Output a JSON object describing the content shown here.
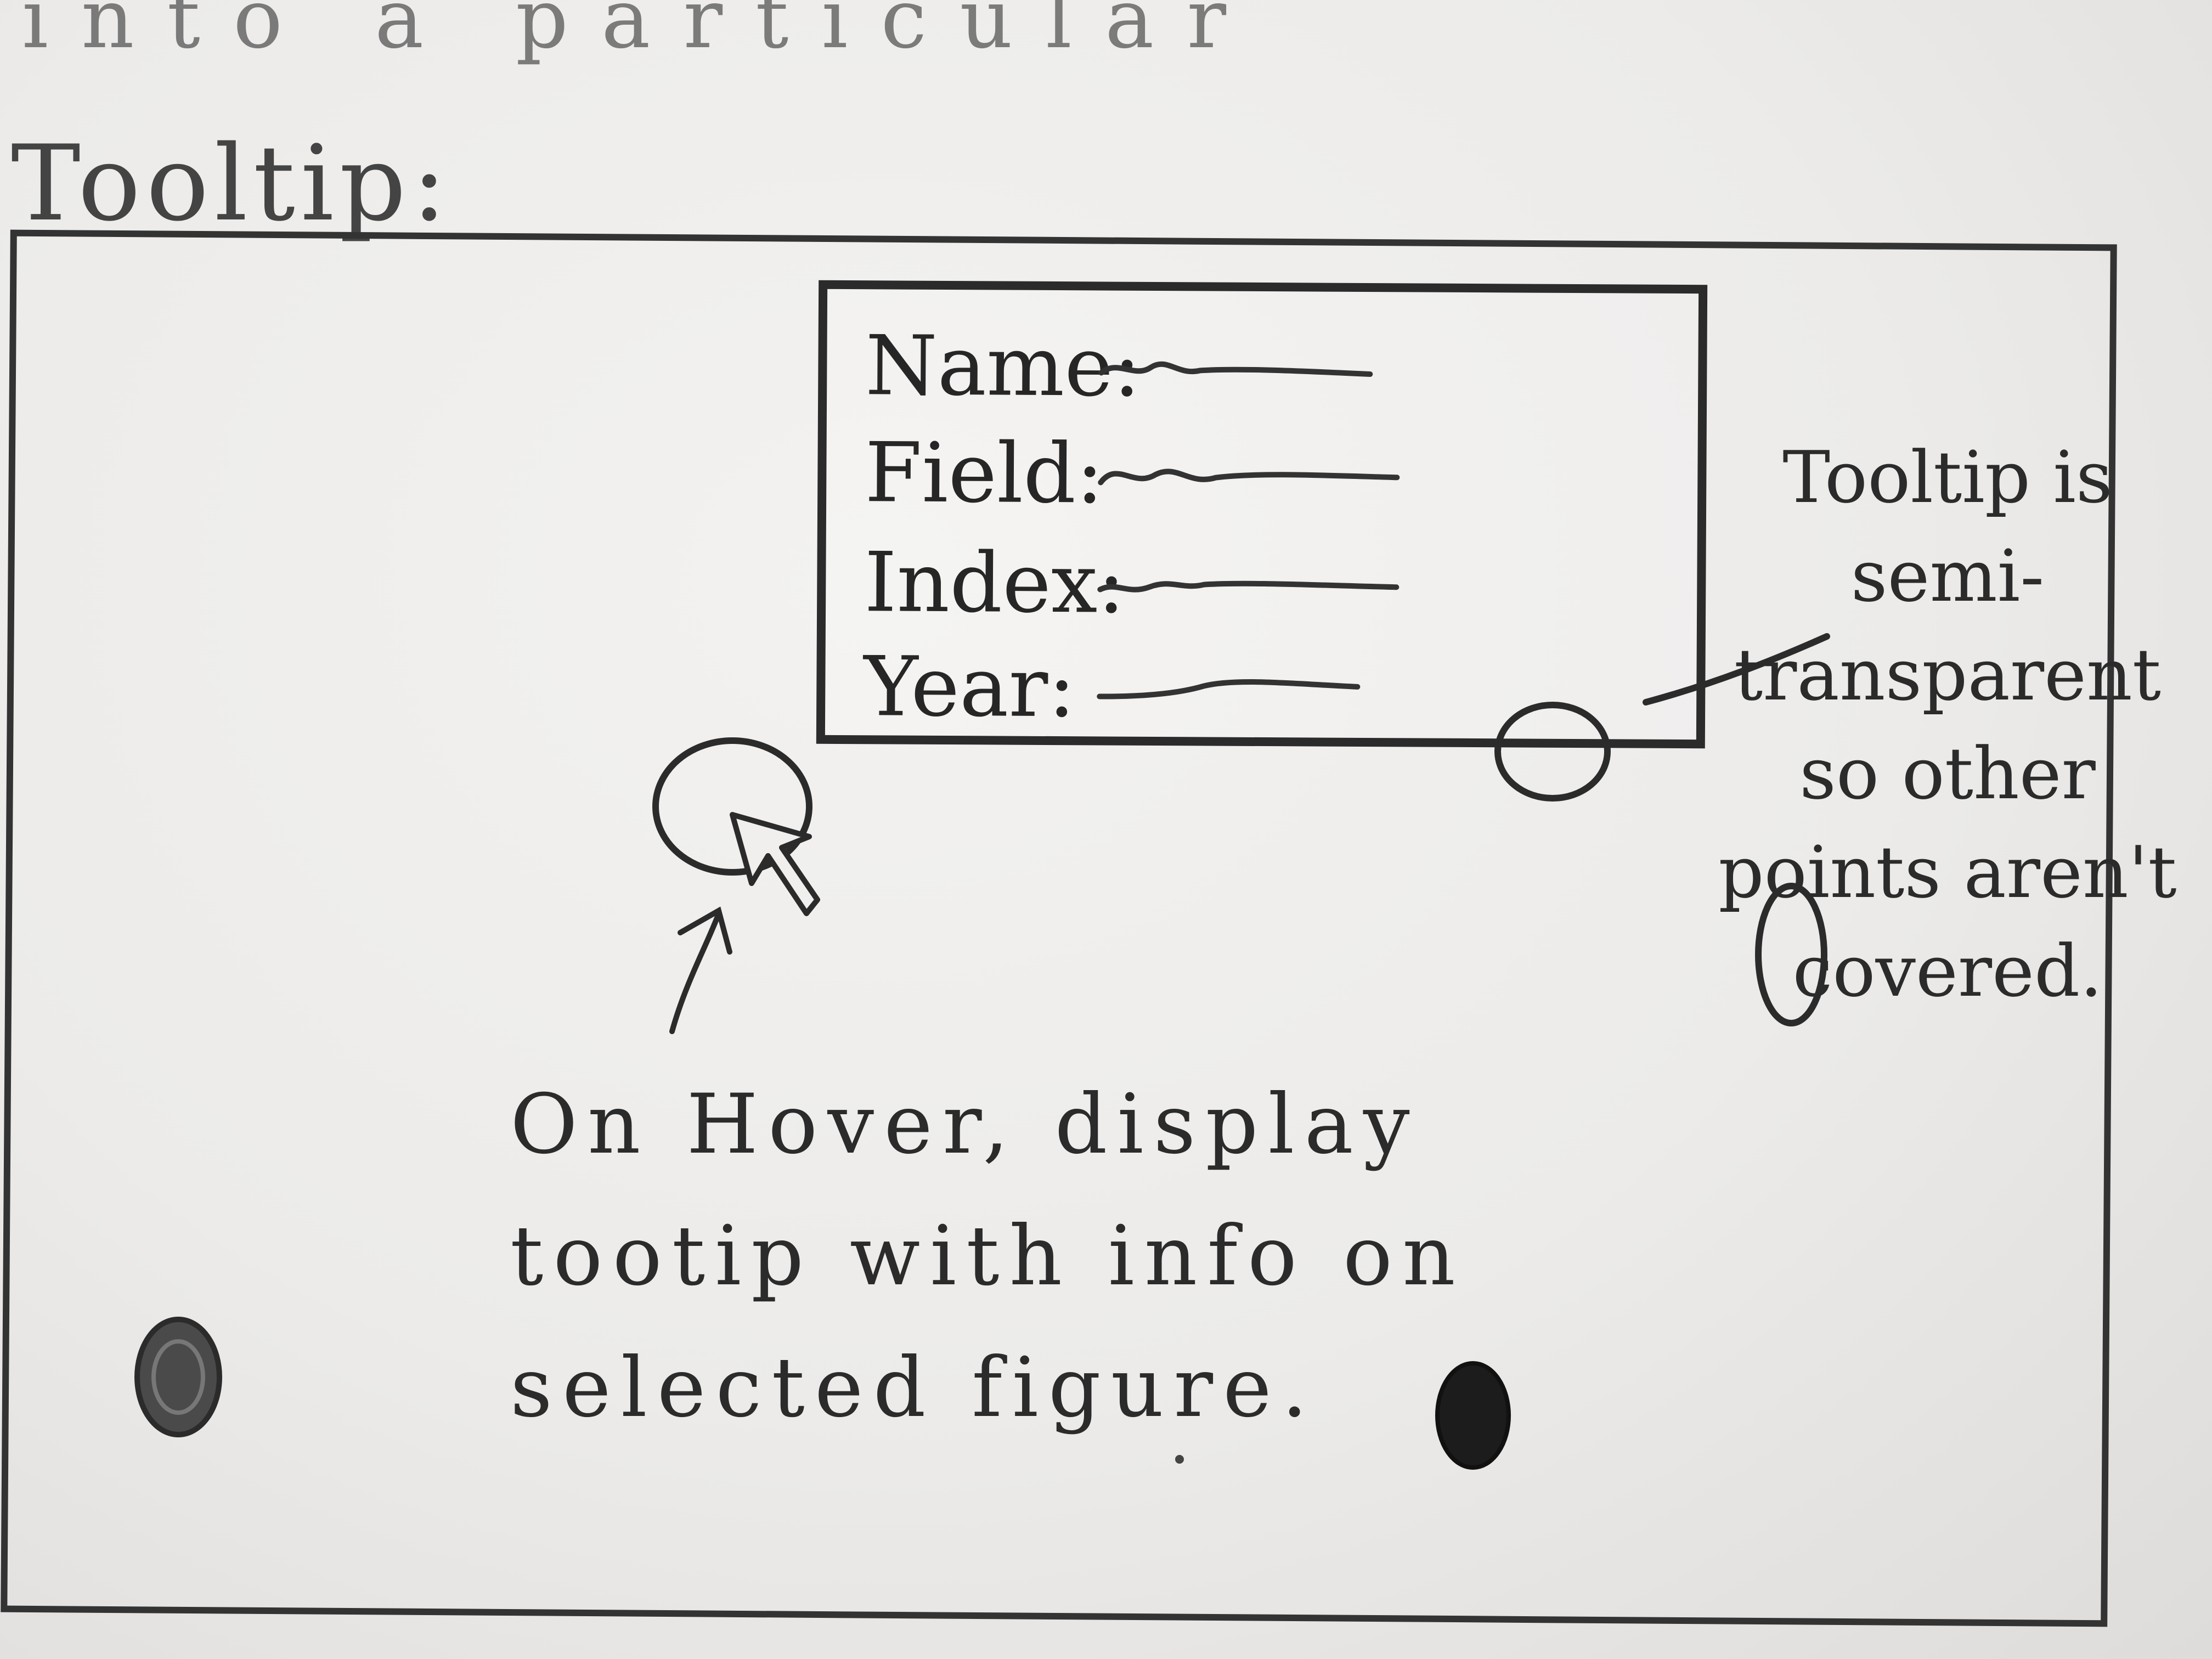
{
  "header": {
    "partial_line": "into a particular",
    "label": "Tooltip:"
  },
  "tooltip": {
    "fields": [
      {
        "label": "Name:"
      },
      {
        "label": "Field:"
      },
      {
        "label": "Index:"
      },
      {
        "label": "Year:"
      }
    ]
  },
  "annotations": {
    "hover_note": "On Hover, display tootip with info on selected figure.",
    "transparency_note": "Tooltip is semi-transparent so other points aren't covered."
  }
}
